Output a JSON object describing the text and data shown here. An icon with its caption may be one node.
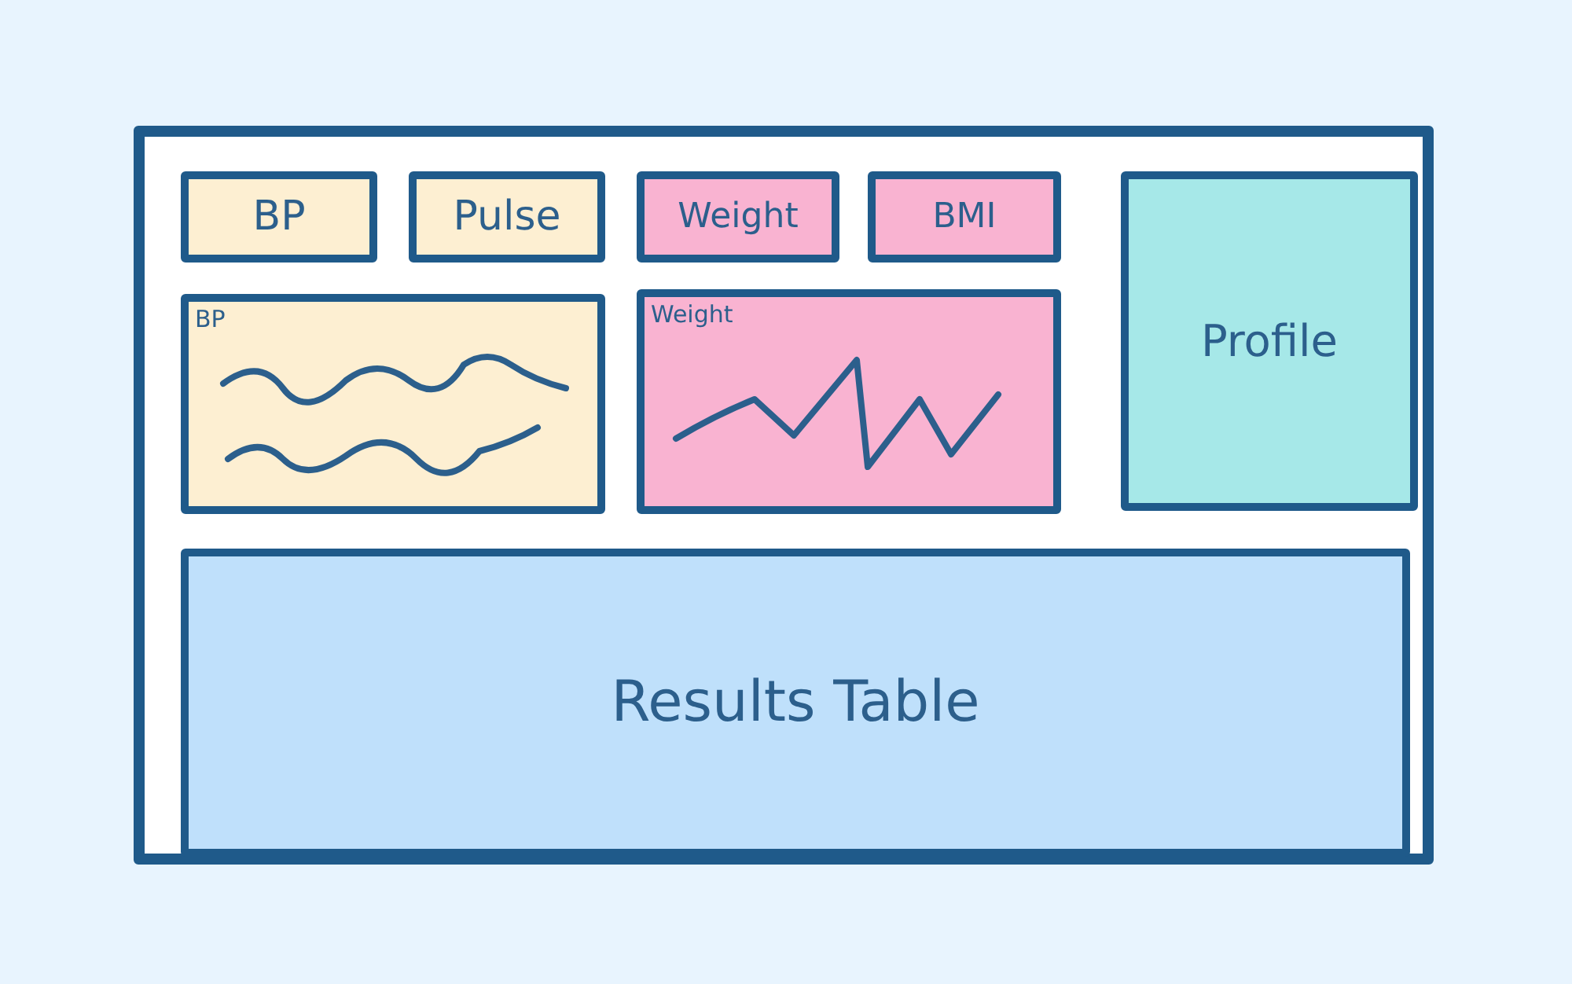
{
  "diagram": {
    "nodes": [
      {
        "text": [],
        "shape": "box"
      },
      {
        "text": [
          "BP"
        ],
        "in": 0
      },
      {
        "text": [
          "Pulse"
        ],
        "in": 0
      },
      {
        "text": [
          "Weight"
        ],
        "in": 0
      },
      {
        "text": [
          "BMI"
        ],
        "in": 0
      },
      {
        "text": [
          "BP"
        ],
        "in": 0
      },
      {
        "text": [
          "Weight"
        ],
        "in": 0
      },
      {
        "text": [
          "Profile"
        ],
        "in": 0
      },
      {
        "text": [
          "Results Table"
        ],
        "in": 0
      }
    ]
  }
}
